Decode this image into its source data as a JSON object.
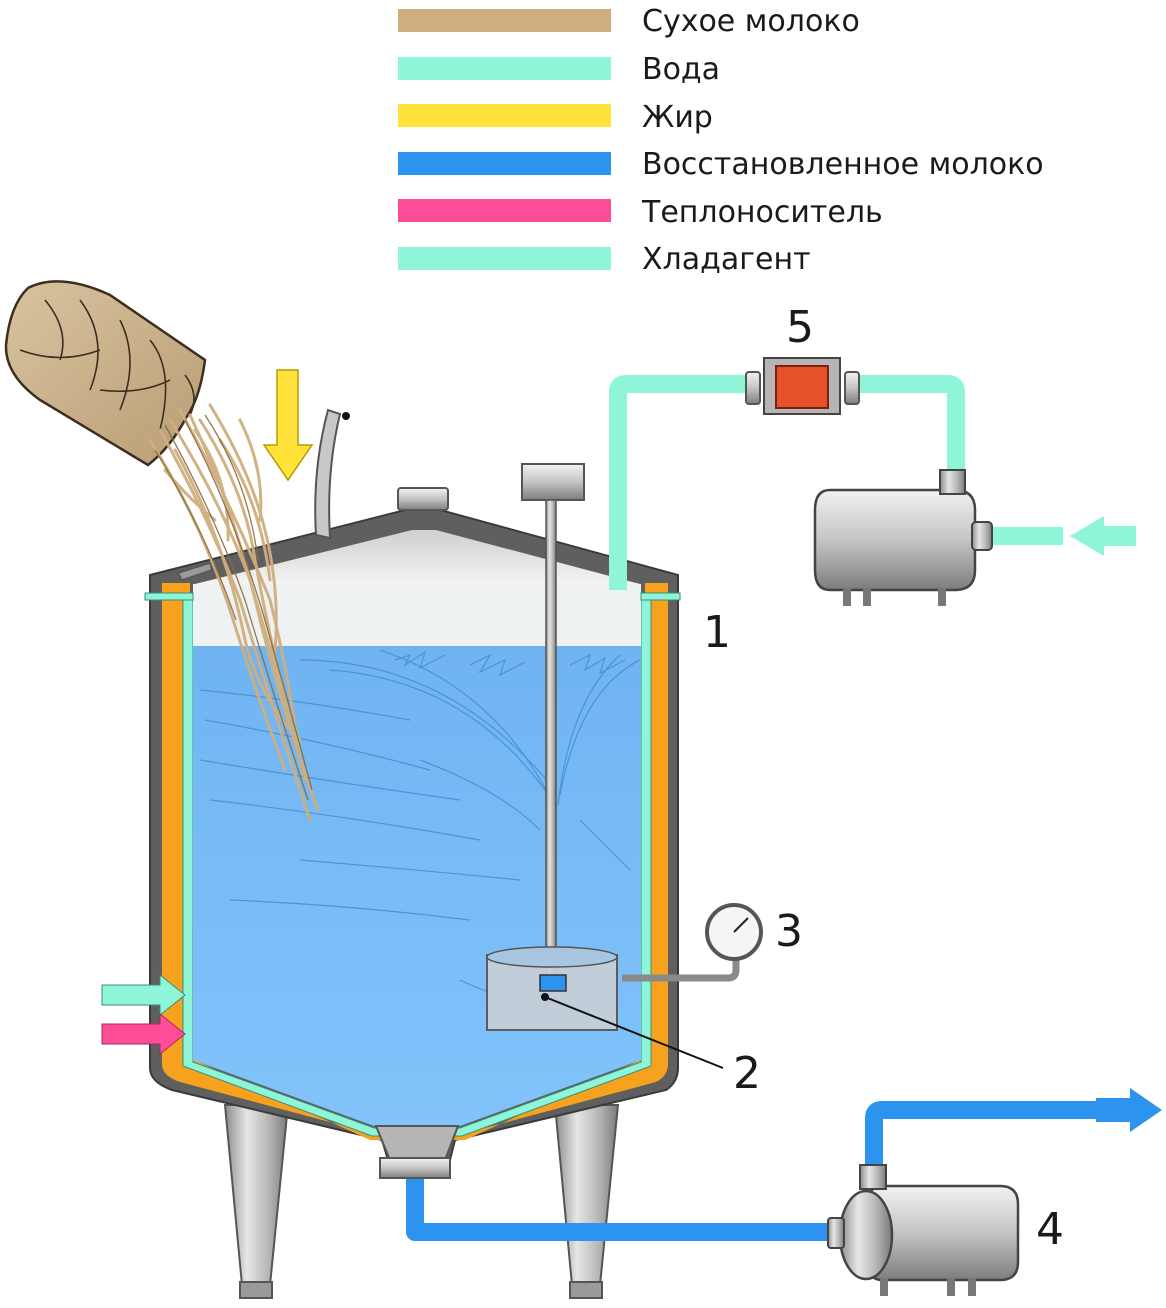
{
  "legend": [
    {
      "label": "Сухое молоко",
      "color": "#CFAE7F"
    },
    {
      "label": "Вода",
      "color": "#8FF5D8"
    },
    {
      "label": "Жир",
      "color": "#FFE33B"
    },
    {
      "label": "Восстановленное молоко",
      "color": "#2C93EE"
    },
    {
      "label": "Теплоноситель",
      "color": "#FF4C96"
    },
    {
      "label": "Хладагент",
      "color": "#8FF5D8"
    }
  ],
  "labels": {
    "tank": "1",
    "mixer": "2",
    "gauge": "3",
    "outlet_pump": "4",
    "flowmeter": "5"
  },
  "colors": {
    "jacket": "#F6A21E",
    "tank_shell": "#5F5F5F",
    "milk": "#7CC0F8",
    "steel": "#B9B9B9",
    "flowmeter_body": "#E5512A"
  }
}
